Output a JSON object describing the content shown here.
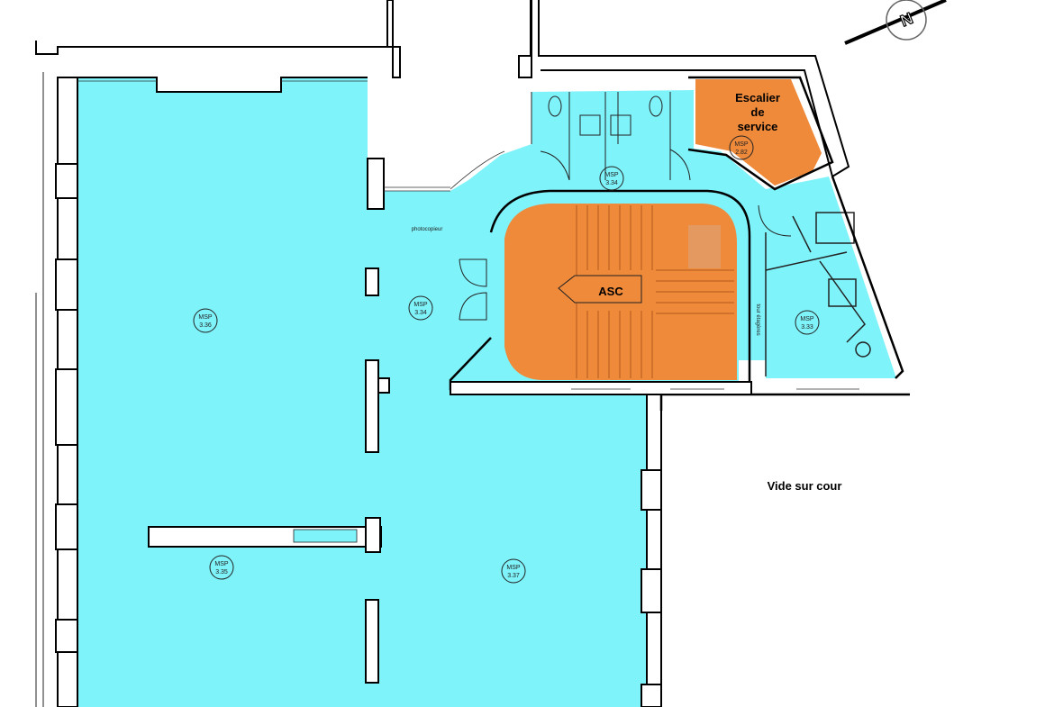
{
  "labels": {
    "escalier_line1": "Escalier",
    "escalier_line2": "de",
    "escalier_line3": "service",
    "asc": "ASC",
    "vide_sur_cour": "Vide sur cour",
    "photocopieur": "photocopieur",
    "tour_etageres": "tour étagères"
  },
  "room_tags": [
    {
      "id": "msp-3-36",
      "line1": "MSP",
      "line2": "3.36"
    },
    {
      "id": "msp-3-34-main",
      "line1": "MSP",
      "line2": "3.34"
    },
    {
      "id": "msp-3-34-toilets",
      "line1": "MSP",
      "line2": "3.34"
    },
    {
      "id": "msp-2-82",
      "line1": "MSP",
      "line2": "2.82"
    },
    {
      "id": "msp-3-33",
      "line1": "MSP",
      "line2": "3.33"
    },
    {
      "id": "msp-3-35",
      "line1": "MSP",
      "line2": "3.35"
    },
    {
      "id": "msp-3-37",
      "line1": "MSP",
      "line2": "3.37"
    }
  ],
  "colors": {
    "room_fill": "#7ff3fa",
    "stair_fill": "#ef8a3b",
    "wall": "#000000"
  },
  "compass": {
    "symbol": "N"
  }
}
